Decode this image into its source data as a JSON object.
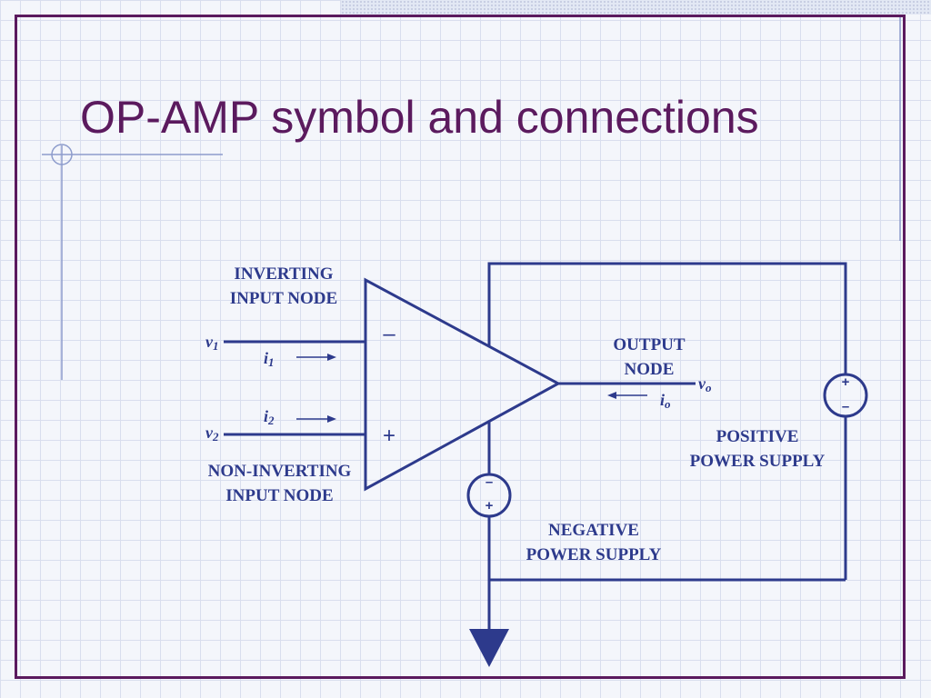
{
  "slide": {
    "title": "OP-AMP symbol and connections"
  },
  "diagram": {
    "inverting_label": [
      "INVERTING",
      "INPUT NODE"
    ],
    "noninverting_label": [
      "NON-INVERTING",
      "INPUT NODE"
    ],
    "output_label": [
      "OUTPUT",
      "NODE"
    ],
    "positive_supply_label": [
      "POSITIVE",
      "POWER SUPPLY"
    ],
    "negative_supply_label": [
      "NEGATIVE",
      "POWER SUPPLY"
    ],
    "inverting_sign": "–",
    "noninverting_sign": "+",
    "v1": {
      "base": "v",
      "sub": "1"
    },
    "v2": {
      "base": "v",
      "sub": "2"
    },
    "i1": {
      "base": "i",
      "sub": "1"
    },
    "i2": {
      "base": "i",
      "sub": "2"
    },
    "vo": {
      "base": "v",
      "sub": "o"
    },
    "io": {
      "base": "i",
      "sub": "o"
    },
    "pos_source_signs": [
      "+",
      "–"
    ],
    "neg_source_signs": [
      "–",
      "+"
    ],
    "colors": {
      "ink": "#2d3a8c",
      "title": "#5b1a5e",
      "frame": "#5b1a5e"
    }
  }
}
